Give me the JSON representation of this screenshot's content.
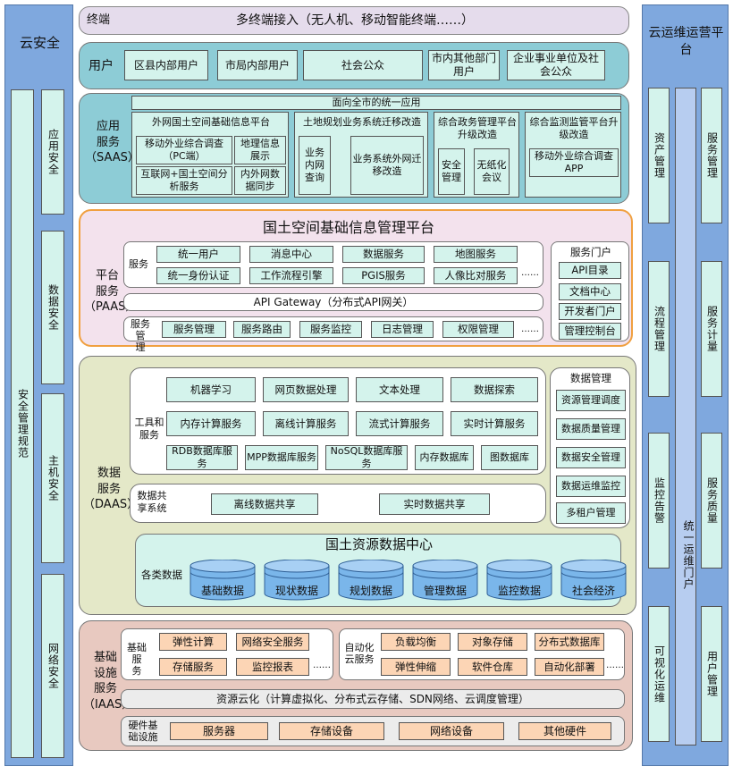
{
  "left_panel": {
    "title": "云安全",
    "vertical_title": "安全管理规范",
    "items": [
      "应用安全",
      "数据安全",
      "主机安全",
      "网络安全"
    ]
  },
  "right_panel": {
    "title": "云运维运营平台",
    "portal": "统一运维门户",
    "left_col": [
      "资产管理",
      "流程管理",
      "监控告警",
      "可视化运维"
    ],
    "right_col": [
      "服务管理",
      "服务计量",
      "服务质量",
      "用户管理"
    ]
  },
  "terminal": {
    "label": "终端",
    "text": "多终端接入（无人机、移动智能终端……）"
  },
  "users": {
    "label": "用户",
    "items": [
      "区县内部用户",
      "市局内部用户",
      "社会公众",
      "市内其他部门用户",
      "企业事业单位及社会公众"
    ]
  },
  "saas": {
    "label": "应用服务（SAAS）",
    "header": "面向全市的统一应用",
    "g1": {
      "title": "外网国土空间基础信息平台",
      "items": [
        "移动外业综合调查（PC端）",
        "地理信息展示",
        "互联网+国土空间分析服务",
        "内外网数据同步"
      ]
    },
    "g2": {
      "title": "土地规划业务系统迁移改造",
      "items": [
        "业务内网查询",
        "业务系统外网迁移改造"
      ]
    },
    "g3": {
      "title": "综合政务管理平台升级改造",
      "items": [
        "安全管理",
        "无纸化会议"
      ]
    },
    "g4": {
      "title": "综合监测监管平台升级改造",
      "items": [
        "移动外业综合调查APP"
      ]
    }
  },
  "paas": {
    "title": "国土空间基础信息管理平台",
    "label": "平台服务（PAAS）",
    "services_label": "服务",
    "row1": [
      "统一用户",
      "消息中心",
      "数据服务",
      "地图服务"
    ],
    "row2": [
      "统一身份认证",
      "工作流程引擎",
      "PGIS服务",
      "人像比对服务"
    ],
    "ellipsis": "……",
    "gateway": "API Gateway（分布式API网关）",
    "mgmt_label": "服务管理",
    "mgmt": [
      "服务管理",
      "服务路由",
      "服务监控",
      "日志管理",
      "权限管理"
    ],
    "portal": {
      "title": "服务门户",
      "items": [
        "API目录",
        "文档中心",
        "开发者门户",
        "管理控制台"
      ]
    }
  },
  "daas": {
    "label": "数据服务（DAAS）",
    "tools_label": "工具和服务",
    "tools_r1": [
      "机器学习",
      "网页数据处理",
      "文本处理",
      "数据探索"
    ],
    "tools_r2": [
      "内存计算服务",
      "离线计算服务",
      "流式计算服务",
      "实时计算服务"
    ],
    "tools_r3": [
      "RDB数据库服务",
      "MPP数据库服务",
      "NoSQL数据库服务",
      "内存数据库",
      "图数据库"
    ],
    "share_label": "数据共享系统",
    "share": [
      "离线数据共享",
      "实时数据共享"
    ],
    "center_title": "国土资源数据中心",
    "center_label": "各类数据",
    "dbs": [
      "基础数据",
      "现状数据",
      "规划数据",
      "管理数据",
      "监控数据",
      "社会经济"
    ],
    "mgmt": {
      "title": "数据管理",
      "items": [
        "资源管理调度",
        "数据质量管理",
        "数据安全管理",
        "数据运维监控",
        "多租户管理"
      ]
    }
  },
  "iaas": {
    "label": "基础设施服务（IAAS）",
    "basic_label": "基础服务",
    "basic": [
      "弹性计算",
      "网络安全服务",
      "存储服务",
      "监控报表"
    ],
    "auto_label": "自动化云服务",
    "auto": [
      "负载均衡",
      "对象存储",
      "分布式数据库",
      "弹性伸缩",
      "软件仓库",
      "自动化部署"
    ],
    "ellipsis": "……",
    "virt": "资源云化（计算虚拟化、分布式云存储、SDN网络、云调度管理）",
    "hw_label": "硬件基础设施",
    "hw": [
      "服务器",
      "存储设备",
      "网络设备",
      "其他硬件"
    ]
  },
  "colors": {
    "blue_panel": "#7fa8de",
    "mint": "#d4f3ec",
    "lavender": "#e5dcec",
    "saas_bg": "#8dccd6",
    "paas_bg": "#f3e2ed",
    "paas_border": "#f0a040",
    "daas_bg": "#e4e8c8",
    "iaas_bg": "#e8c9c0",
    "orange_box": "#fcd5b5",
    "cyl": "#7ab6ea"
  }
}
